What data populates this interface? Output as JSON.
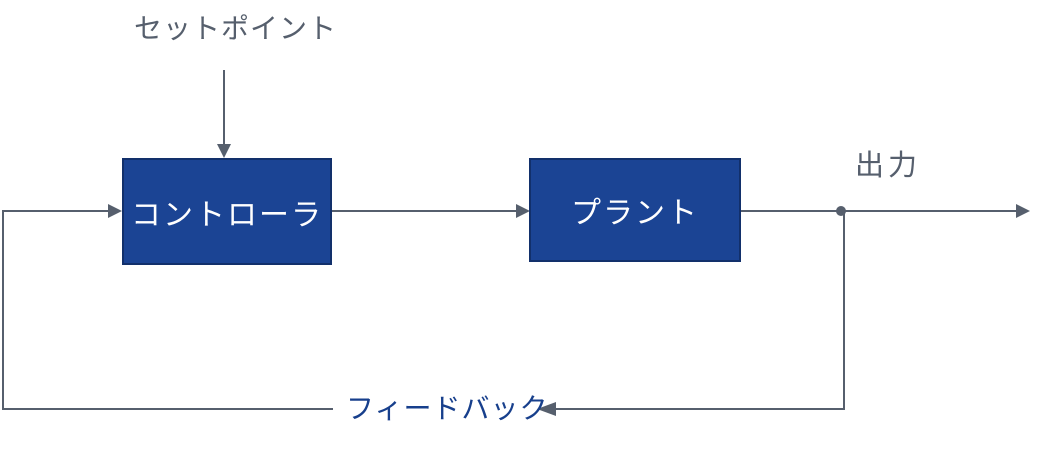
{
  "labels": {
    "setpoint": "セットポイント",
    "output": "出力",
    "feedback": "フィードバック"
  },
  "blocks": {
    "controller": {
      "label": "コントローラ"
    },
    "plant": {
      "label": "プラント"
    }
  },
  "colors": {
    "background": "#ffffff",
    "box_fill": "#1b4494",
    "box_border": "#12306b",
    "box_text": "#ffffff",
    "connector": "#565f6d",
    "label_gray": "#565f6d",
    "label_blue": "#173f8c"
  }
}
